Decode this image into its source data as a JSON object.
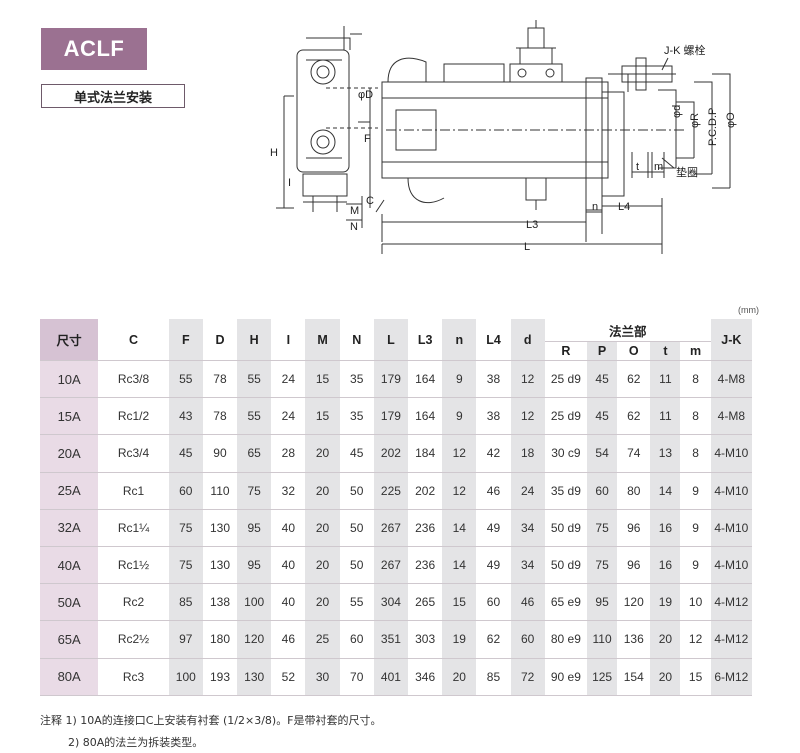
{
  "header": {
    "badge": "ACLF",
    "subtitle": "单式法兰安装"
  },
  "diagram_labels": {
    "jk_bolt": "J-K 螺栓",
    "phi_d_big": "φD",
    "F": "F",
    "H": "H",
    "I": "I",
    "M": "M",
    "N": "N",
    "C": "C",
    "n": "n",
    "L4": "L4",
    "L3": "L3",
    "L": "L",
    "phi_d": "φd",
    "phi_R": "φR",
    "PCDP": "P.C.D.P",
    "phi_O": "φO",
    "t": "t",
    "m": "m",
    "gasket": "垫圈"
  },
  "unit": "(mm)",
  "table": {
    "headers": {
      "size": "尺寸",
      "C": "C",
      "F": "F",
      "D": "D",
      "H": "H",
      "I": "I",
      "M": "M",
      "N": "N",
      "L": "L",
      "L3": "L3",
      "n": "n",
      "L4": "L4",
      "d": "d",
      "flange": "法兰部",
      "R": "R",
      "P": "P",
      "O": "O",
      "t": "t",
      "m": "m",
      "JK": "J-K"
    },
    "rows": [
      [
        "10A",
        "Rc3/8",
        "55",
        "78",
        "55",
        "24",
        "15",
        "35",
        "179",
        "164",
        "9",
        "38",
        "12",
        "25 d9",
        "45",
        "62",
        "11",
        "8",
        "4-M8"
      ],
      [
        "15A",
        "Rc1/2",
        "43",
        "78",
        "55",
        "24",
        "15",
        "35",
        "179",
        "164",
        "9",
        "38",
        "12",
        "25 d9",
        "45",
        "62",
        "11",
        "8",
        "4-M8"
      ],
      [
        "20A",
        "Rc3/4",
        "45",
        "90",
        "65",
        "28",
        "20",
        "45",
        "202",
        "184",
        "12",
        "42",
        "18",
        "30 c9",
        "54",
        "74",
        "13",
        "8",
        "4-M10"
      ],
      [
        "25A",
        "Rc1",
        "60",
        "110",
        "75",
        "32",
        "20",
        "50",
        "225",
        "202",
        "12",
        "46",
        "24",
        "35 d9",
        "60",
        "80",
        "14",
        "9",
        "4-M10"
      ],
      [
        "32A",
        "Rc1¼",
        "75",
        "130",
        "95",
        "40",
        "20",
        "50",
        "267",
        "236",
        "14",
        "49",
        "34",
        "50 d9",
        "75",
        "96",
        "16",
        "9",
        "4-M10"
      ],
      [
        "40A",
        "Rc1½",
        "75",
        "130",
        "95",
        "40",
        "20",
        "50",
        "267",
        "236",
        "14",
        "49",
        "34",
        "50 d9",
        "75",
        "96",
        "16",
        "9",
        "4-M10"
      ],
      [
        "50A",
        "Rc2",
        "85",
        "138",
        "100",
        "40",
        "20",
        "55",
        "304",
        "265",
        "15",
        "60",
        "46",
        "65 e9",
        "95",
        "120",
        "19",
        "10",
        "4-M12"
      ],
      [
        "65A",
        "Rc2½",
        "97",
        "180",
        "120",
        "46",
        "25",
        "60",
        "351",
        "303",
        "19",
        "62",
        "60",
        "80 e9",
        "110",
        "136",
        "20",
        "12",
        "4-M12"
      ],
      [
        "80A",
        "Rc3",
        "100",
        "193",
        "130",
        "52",
        "30",
        "70",
        "401",
        "346",
        "20",
        "85",
        "72",
        "90 e9",
        "125",
        "154",
        "20",
        "15",
        "6-M12"
      ]
    ]
  },
  "notes": [
    "注释 1) 10A的连接口C上安装有衬套 (1/2×3/8)。F是带衬套的尺寸。",
    "2) 80A的法兰为拆装类型。"
  ]
}
